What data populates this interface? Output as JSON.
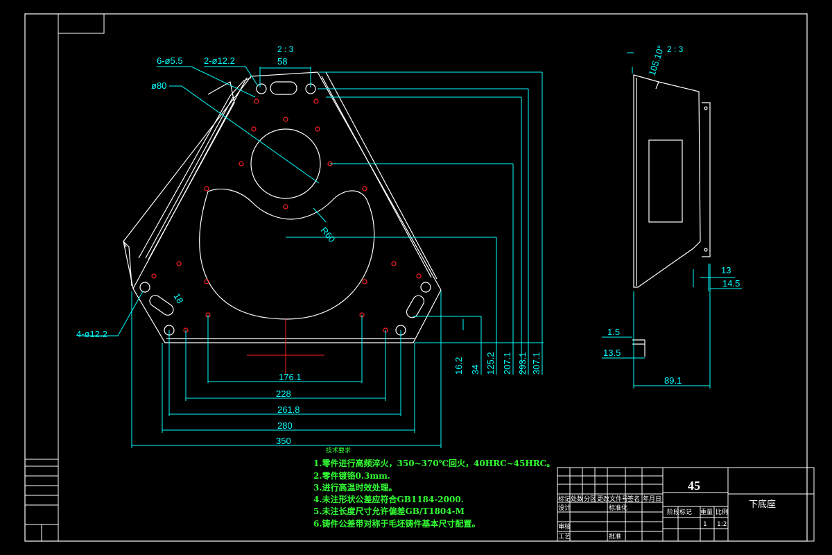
{
  "colors": {
    "background": "#000000",
    "outline": "#ffffff",
    "dimension": "#00ffff",
    "hole": "#ff2020",
    "notes": "#33ff33"
  },
  "front_view": {
    "scale_mark": "2 : 3",
    "callouts": {
      "holes_small": "6-ø5.5",
      "holes_top": "2-ø12.2",
      "bore": "ø80",
      "holes_bottom": "4-ø12.2",
      "radius": "R60",
      "slot": "18"
    },
    "dims_horizontal": {
      "top": "58",
      "d1": "176.1",
      "d2": "228",
      "d3": "261.8",
      "d4": "280",
      "d5": "350"
    },
    "dims_vertical": [
      "16.2",
      "34",
      "125.2",
      "207.1",
      "293.1",
      "307.1"
    ]
  },
  "side_view": {
    "scale_mark": "2 : 3",
    "angle": "105.10°",
    "dims": {
      "d13": "13",
      "d14_5": "14.5",
      "d1_5": "1.5",
      "d13_5": "13.5",
      "width": "89.1"
    }
  },
  "notes": {
    "title": "技术要求",
    "items": [
      "1.零件进行高频淬火，350~370℃回火，40HRC~45HRC。",
      "2.零件镀铬0.3mm.",
      "3.进行高温时效处理。",
      "4.未注形状公差应符合GB1184-2000.",
      "5.未注长度尺寸允许偏差GB/T1804-M",
      "6.铸件公差带对称于毛坯铸件基本尺寸配置。"
    ]
  },
  "title_block": {
    "material": "45",
    "part_name": "下底座",
    "row_labels": [
      "标记",
      "处数",
      "分区",
      "更改文件号",
      "签名",
      "年月日"
    ],
    "design": "设计",
    "standard": "标准化",
    "check": "审核",
    "process": "工艺",
    "approve": "批准",
    "stage": "阶段标记",
    "weight": "重量",
    "scale": "比例",
    "qty": "1",
    "scale_value": "1:2"
  }
}
